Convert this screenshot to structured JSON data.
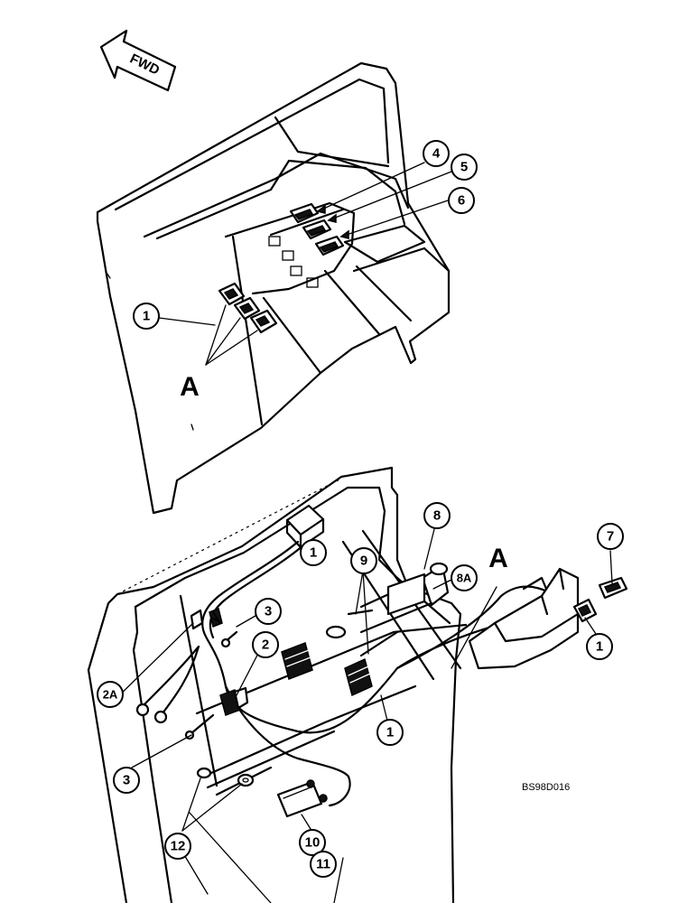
{
  "direction_label": "FWD",
  "drawing_code": "BS98D016",
  "section_letter_upper": "A",
  "section_letter_lower": "A",
  "callouts": {
    "c1_panel": "1",
    "c4": "4",
    "c5": "5",
    "c6": "6",
    "c8": "8",
    "c8a": "8A",
    "c9": "9",
    "c7": "7",
    "c1_console": "1",
    "c1_harness_top": "1",
    "c3_top": "3",
    "c2": "2",
    "c2a": "2A",
    "c1_harness_bottom": "1",
    "c3_bottom": "3",
    "c12": "12",
    "c10": "10",
    "c11": "11"
  }
}
